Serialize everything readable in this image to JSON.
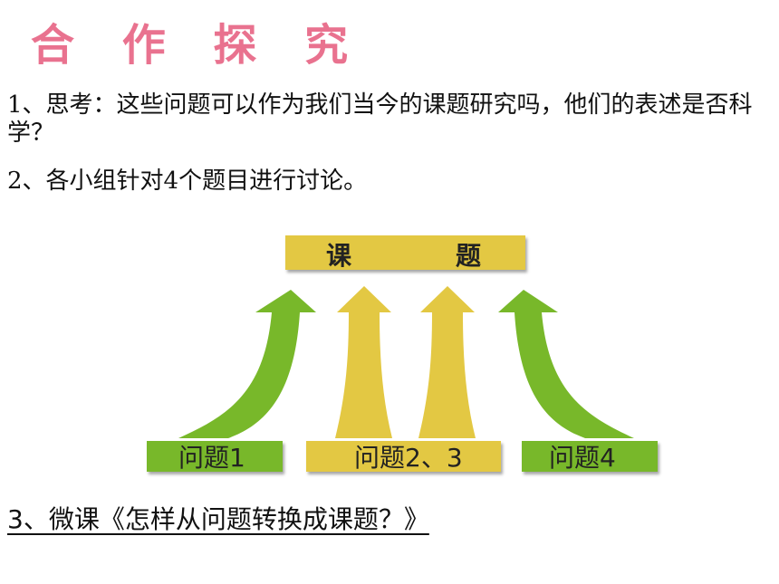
{
  "title": "合 作 探 究",
  "questions": {
    "q1": "1、思考：这些问题可以作为我们当今的课题研究吗，他们的表述是否科学？",
    "q2": "2、各小组针对4个题目进行讨论。",
    "q3": "3、微课《怎样从问题转换成课题？》"
  },
  "diagram": {
    "topic_left": "课",
    "topic_right": "题",
    "box1": "问题1",
    "box2": "问题2、3",
    "box3": "问题4"
  },
  "colors": {
    "title": "#e9728f",
    "green": "#78b82a",
    "yellow": "#e3c843"
  }
}
